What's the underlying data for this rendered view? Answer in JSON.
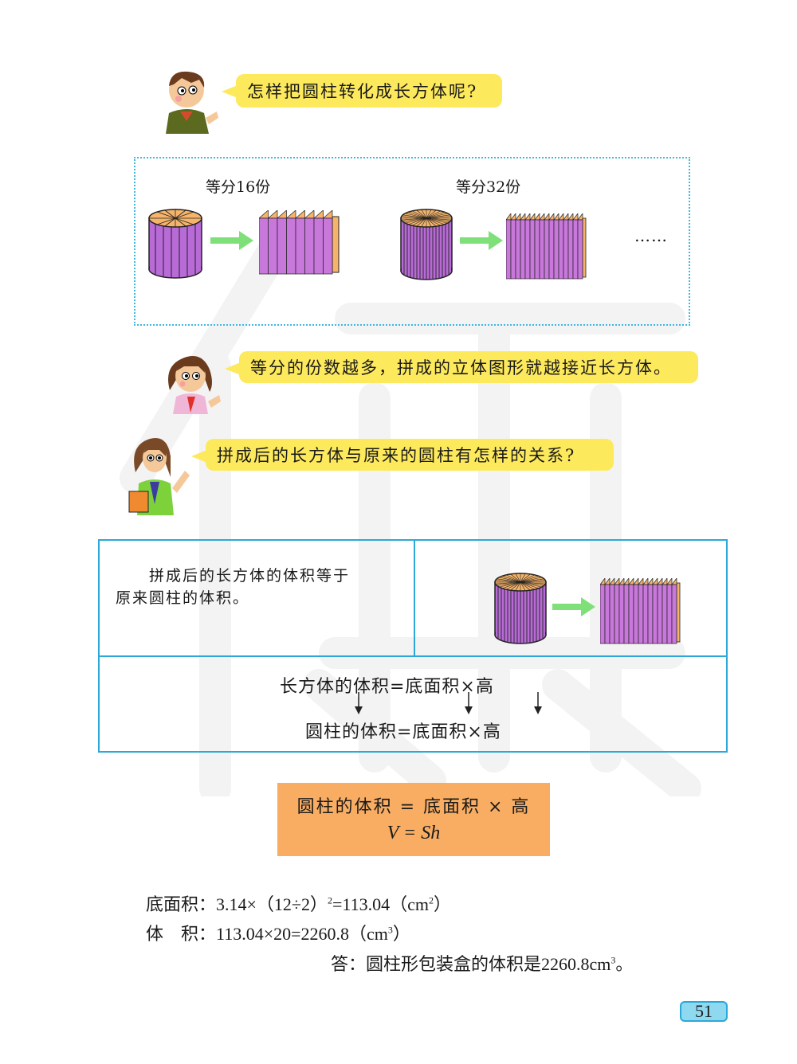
{
  "bubbles": {
    "boy": "怎样把圆柱转化成长方体呢?",
    "girl": "等分的份数越多，拼成的立体图形就越接近长方体。",
    "teacher": "拼成后的长方体与原来的圆柱有怎样的关系?"
  },
  "division_panel": {
    "label_16": "等分16份",
    "label_32": "等分32份",
    "ellipsis": "……"
  },
  "relation_table": {
    "conclusion_line1": "拼成后的长方体的体积等于",
    "conclusion_line2": "原来圆柱的体积。",
    "cuboid_formula": "长方体的体积=底面积×高",
    "cylinder_formula": "圆柱的体积=底面积×高"
  },
  "key_formula": {
    "words": "圆柱的体积 = 底面积 × 高",
    "symbolic": "V = Sh"
  },
  "solution": {
    "base_label": "底面积：",
    "base_expr": "3.14×（12÷2）",
    "base_exp": "2",
    "base_result": "=113.04（cm",
    "base_unit_exp": "2",
    "base_close": "）",
    "vol_label": "体　积：",
    "vol_expr": "113.04×20=2260.8（cm",
    "vol_unit_exp": "3",
    "vol_close": "）",
    "answer": "答：圆柱形包装盒的体积是2260.8cm",
    "answer_exp": "3",
    "answer_end": "。"
  },
  "page_number": "51",
  "colors": {
    "bubble": "#fde95c",
    "frame": "#2ba8d8",
    "formula_box": "#f8ad62",
    "purple": "#b86ad6",
    "orange_top": "#f6b46a",
    "arrow": "#7fe07a"
  }
}
